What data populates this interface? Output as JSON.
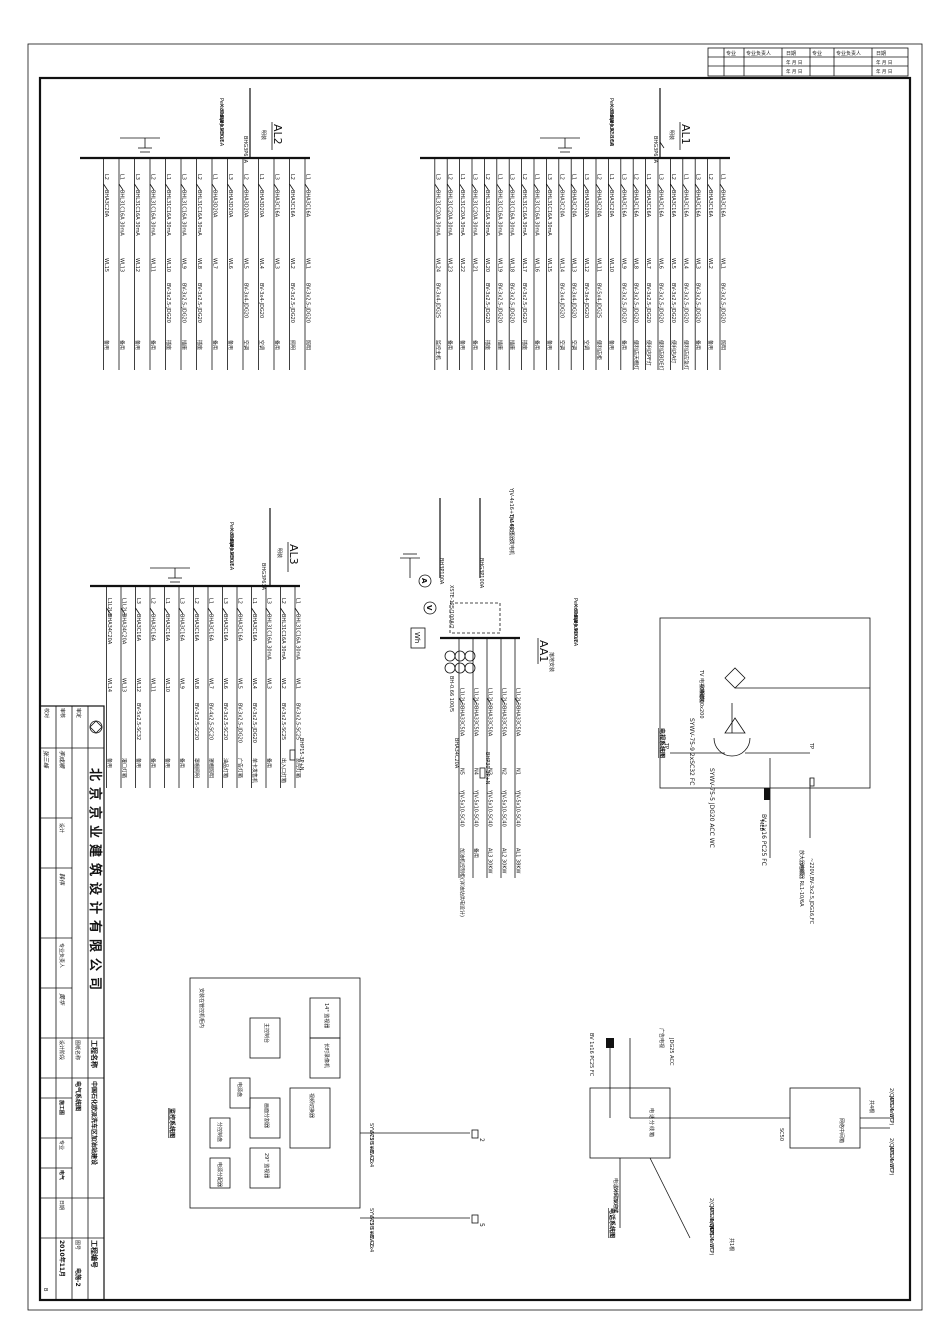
{
  "title_block": {
    "company": "北京京业建筑设计有限公司",
    "project_name_label": "工程名称",
    "project_number_label": "工程编号",
    "project": "中国石化欧派洗车区加油站建设",
    "drawing_title": "电气系统图",
    "drawing_no": "电施-2",
    "date": "2010年11月",
    "discipline": "电气",
    "sheet": "B",
    "roles": [
      "审定",
      "审核",
      "校对",
      "设计",
      "专业负责人",
      "图纸名称",
      "设计阶段",
      "施工图",
      "专业",
      "日期",
      "图号"
    ],
    "signatures": [
      "李成顺",
      "韩伟",
      "黄华",
      "张三峰"
    ]
  },
  "countersign": {
    "headers": [
      "专业",
      "专业负责人",
      "日期",
      "专业",
      "专业负责人",
      "日期"
    ],
    "date_cells": [
      "年 月 日",
      "年 月 日",
      "年 月 日",
      "年 月 日"
    ]
  },
  "panels": {
    "al1": {
      "name": "AL1",
      "note": "明装",
      "breaker": "BHG3P63A",
      "params": [
        "Pe=38KW",
        "Kx=0.6",
        "Cos=0.9",
        "Pjs=22.8KW",
        "Ijs=38.5A"
      ],
      "circuits": [
        {
          "phase": "L1",
          "breaker": "BHA3C16A",
          "id": "WL1",
          "cable": "BV-3x2.5-JDG20",
          "use": "照明"
        },
        {
          "phase": "L2",
          "breaker": "BHA3C16A",
          "id": "WL2",
          "cable": "",
          "use": "备用"
        },
        {
          "phase": "L3",
          "breaker": "BHA3C16A",
          "id": "WL3",
          "cable": "BV-3x2.5-JDG20",
          "use": "备用"
        },
        {
          "phase": "L1",
          "breaker": "BHA3C16A",
          "id": "WL4",
          "cable": "BV-3x2.5-JDG20",
          "use": "便利店应急灯"
        },
        {
          "phase": "L2",
          "breaker": "BHA3C16A",
          "id": "WL5",
          "cable": "BV-3x2.5-JDG20",
          "use": "便利店A灯"
        },
        {
          "phase": "L3",
          "breaker": "BHA3C16A",
          "id": "WL6",
          "cable": "BV-3x2.5-JDG20",
          "use": "便利店BDE灯"
        },
        {
          "phase": "L1",
          "breaker": "BHA3C16A",
          "id": "WL7",
          "cable": "BV-3x2.5-JDG20",
          "use": "便利店PF灯"
        },
        {
          "phase": "L2",
          "breaker": "BHA3C16A",
          "id": "WL8",
          "cable": "BV-3x2.5-JDG20",
          "use": "便利店天棚灯"
        },
        {
          "phase": "L3",
          "breaker": "BHA3C16A",
          "id": "WL9",
          "cable": "BV-3x2.5-JDG20",
          "use": "备用"
        },
        {
          "phase": "L1",
          "breaker": "BHA3C20A",
          "id": "WL10",
          "cable": "",
          "use": "备用"
        },
        {
          "phase": "L2",
          "breaker": "BHA3C20A",
          "id": "WL11",
          "cable": "BV-5x4-JDG25",
          "use": "便利店柜"
        },
        {
          "phase": "L3",
          "breaker": "BHA3D20A",
          "id": "WL12",
          "cable": "BV-3x4-JDG20",
          "use": "空调"
        },
        {
          "phase": "L1",
          "breaker": "BHA3C20A",
          "id": "WL13",
          "cable": "BV-3x4-JDG20",
          "use": "空调"
        },
        {
          "phase": "L2",
          "breaker": "BHA3C20A",
          "id": "WL14",
          "cable": "BV-3x4-JDG20",
          "use": "空调"
        },
        {
          "phase": "L3",
          "breaker": "BHL31C16A 30mA",
          "id": "WL15",
          "cable": "",
          "use": "备用"
        },
        {
          "phase": "L1",
          "breaker": "BHL31C16A 30mA",
          "id": "WL16",
          "cable": "",
          "use": "备用"
        },
        {
          "phase": "L2",
          "breaker": "BHL31C16A 30mA",
          "id": "WL17",
          "cable": "BV-3x2.5-JDG20",
          "use": "插座"
        },
        {
          "phase": "L3",
          "breaker": "BHL31C16A 30mA",
          "id": "WL18",
          "cable": "BV-3x2.5-JDG20",
          "use": "插座"
        },
        {
          "phase": "L1",
          "breaker": "BHL31C16A 30mA",
          "id": "WL19",
          "cable": "BV-3x2.5-JDG20",
          "use": "插座"
        },
        {
          "phase": "L2",
          "breaker": "BHL31C16A 30mA",
          "id": "WL20",
          "cable": "BV-3x2.5-JDG20",
          "use": "插座"
        },
        {
          "phase": "L3",
          "breaker": "BHL31C20A 30mA",
          "id": "WL21",
          "cable": "",
          "use": "备用"
        },
        {
          "phase": "L1",
          "breaker": "BHL31C20A 30mA",
          "id": "WL22",
          "cable": "",
          "use": "备用"
        },
        {
          "phase": "L2",
          "breaker": "BHL31C20A 30mA",
          "id": "WL23",
          "cable": "",
          "use": "备用"
        },
        {
          "phase": "L3",
          "breaker": "BHL31C20A 30mA",
          "id": "WL24",
          "cable": "BV-3x4-JDG25",
          "use": "监控主机"
        }
      ]
    },
    "al2": {
      "name": "AL2",
      "note": "明装",
      "breaker": "BHG3P63A",
      "params": [
        "Pe=30KW",
        "Kx=0.6",
        "Cos=0.9",
        "Pjs=18KW",
        "Ijs=30.5A"
      ],
      "circuits": [
        {
          "phase": "L1",
          "breaker": "BHA3C16A",
          "id": "WL1",
          "cable": "BV-3x2.5-JDG20",
          "use": "照明"
        },
        {
          "phase": "L2",
          "breaker": "BHA3C16A",
          "id": "WL2",
          "cable": "BV-3x2.5-JDG20",
          "use": "照明"
        },
        {
          "phase": "L3",
          "breaker": "BHA3C16A",
          "id": "WL3",
          "cable": "",
          "use": "备用"
        },
        {
          "phase": "L1",
          "breaker": "BHA3D20A",
          "id": "WL4",
          "cable": "BV-3x4-JDG20",
          "use": "空调"
        },
        {
          "phase": "L2",
          "breaker": "BHA3D20A",
          "id": "WL5",
          "cable": "BV-3x4-JDG20",
          "use": "空调"
        },
        {
          "phase": "L3",
          "breaker": "BHA3D20A",
          "id": "WL6",
          "cable": "",
          "use": "备用"
        },
        {
          "phase": "L1",
          "breaker": "BHA3D20A",
          "id": "WL7",
          "cable": "",
          "use": "备用"
        },
        {
          "phase": "L2",
          "breaker": "BHL31C16A 30mA",
          "id": "WL8",
          "cable": "BV-3x2.5-JDG20",
          "use": "插座"
        },
        {
          "phase": "L3",
          "breaker": "BHL31C16A 30mA",
          "id": "WL9",
          "cable": "BV-3x2.5-JDG20",
          "use": "插座"
        },
        {
          "phase": "L1",
          "breaker": "BHL31C16A 30mA",
          "id": "WL10",
          "cable": "BV-3x2.5-JDG20",
          "use": "插座"
        },
        {
          "phase": "L2",
          "breaker": "BHL31C16A 30mA",
          "id": "WL11",
          "cable": "",
          "use": "备用"
        },
        {
          "phase": "L3",
          "breaker": "BHL31C16A 30mA",
          "id": "WL12",
          "cable": "",
          "use": "备用"
        },
        {
          "phase": "L1",
          "breaker": "BHL31C16A 30mA",
          "id": "WL13",
          "cable": "",
          "use": "备用"
        },
        {
          "phase": "L2",
          "breaker": "BHA3C20A",
          "id": "WL15",
          "cable": "",
          "use": "备用"
        }
      ]
    },
    "al3": {
      "name": "AL3",
      "note": "明装",
      "breaker": "BHG3P63A",
      "params": [
        "Pe=30KW",
        "Kx=0.6",
        "Cos=0.9",
        "Pjs=18KW",
        "Ijs=30.5A"
      ],
      "circuits": [
        {
          "phase": "L1",
          "breaker": "BHL31C16A 30mA",
          "id": "WL1",
          "cable": "BV-3x2.5-SC25",
          "use": "总控灯箱"
        },
        {
          "phase": "L2",
          "breaker": "BHL31C16A 30mA",
          "id": "WL2",
          "cable": "BV-3x2.5-SC25",
          "use": "出入口灯箱"
        },
        {
          "phase": "L3",
          "breaker": "BHL31C16A 30mA",
          "id": "WL3",
          "cable": "",
          "use": "备用"
        },
        {
          "phase": "L1",
          "breaker": "BHA3C16A",
          "id": "WL4",
          "cable": "BV-3x2.5-JDG20",
          "use": "单卡发售机"
        },
        {
          "phase": "L2",
          "breaker": "BHA3C16A",
          "id": "WL5",
          "cable": "BV-3x2.5-JDG20",
          "use": "广告灯箱"
        },
        {
          "phase": "L3",
          "breaker": "BHA3C16A",
          "id": "WL6",
          "cable": "BV-3x2.5-SC20",
          "use": "油品灯箱"
        },
        {
          "phase": "L1",
          "breaker": "BHA3C16A",
          "id": "WL7",
          "cable": "BV-4x2.5-SC20",
          "use": "罩棚照明"
        },
        {
          "phase": "L2",
          "breaker": "BHA3C16A",
          "id": "WL8",
          "cable": "BV-3x2.5-SC20",
          "use": "罩棚照明"
        },
        {
          "phase": "L3",
          "breaker": "BHA3C16A",
          "id": "WL9",
          "cable": "",
          "use": "备用"
        },
        {
          "phase": "L1",
          "breaker": "BHA3C16A",
          "id": "WL10",
          "cable": "",
          "use": "备用"
        },
        {
          "phase": "L2",
          "breaker": "BHA3C16A",
          "id": "WL11",
          "cable": "",
          "use": "备用"
        },
        {
          "phase": "L3",
          "breaker": "BHA3C16A",
          "id": "WL12",
          "cable": "BV-5x2.5-SC32",
          "use": "备用"
        },
        {
          "phase": "L1L2L3",
          "breaker": "BHA34C20A",
          "id": "WL13",
          "cable": "",
          "use": "灌口灯箱"
        },
        {
          "phase": "L1L2L3",
          "breaker": "BHA34C20A",
          "id": "WL14",
          "cable": "",
          "use": "备用"
        }
      ],
      "spd": "BHP15-3P+N"
    },
    "aa1": {
      "name": "AA1",
      "note": "落地安装",
      "params": [
        "Pe=60KW",
        "Kx=0.6",
        "Cos=0.9",
        "Pjs=36KW",
        "Ijs=60.8A"
      ],
      "incoming": [
        "YJV-4x16+1x16",
        "YJV-4x35",
        "变压器",
        "发电机"
      ],
      "switch": "XSTE-125/100A/2",
      "meter_label": "Wh",
      "ct": "BH-0.66 100/5",
      "breakers": [
        "BHG3P100A",
        "BH3P100A"
      ],
      "circuits": [
        {
          "phase": "L1L2L3",
          "breaker": "BHA33C50A",
          "id": "N1",
          "cable": "YJV-5x10-SC40",
          "use": "AL1 38KW"
        },
        {
          "phase": "L1L2L3",
          "breaker": "BHA33C50A",
          "id": "N2",
          "cable": "YJV-5x10-SC40",
          "use": "AL2 30KW"
        },
        {
          "phase": "L1L2L3",
          "breaker": "BHA33C50A",
          "id": "N3",
          "cable": "YJV-5x10-SC40",
          "use": "AL3 30KW"
        },
        {
          "phase": "L1L2L3",
          "breaker": "BHA33C50A",
          "id": "N4",
          "cable": "YJV-5x10-SC40",
          "use": "备用"
        },
        {
          "phase": "L1L2L3",
          "breaker": "BHA33C50A",
          "id": "N5",
          "cable": "YJV-5x10-SC40",
          "use": "加油机控制柜(详油站供电设计)"
        }
      ],
      "spd_breaker": "BHA34C20A",
      "spd": "BHP30-3P+N"
    }
  },
  "tv_system": {
    "caption": "电视系统图",
    "box_label": "TV",
    "box_lines": [
      "电视前端箱",
      "400x500x200",
      "明装"
    ],
    "cable_in": "SYWV-75-9 2xSC32 FC",
    "cable_out": "SYWV-75-5 JDG20 ACC WC",
    "power": "~220V,BV-3x2.5,JDG16,FC",
    "fuse_note": "熔断器 RL1-10/6A",
    "power_note": "放大器电源",
    "meb": "MEB",
    "ground": "BV 1x16 PC25 FC",
    "tp": [
      "TP",
      "TP"
    ]
  },
  "phone_system": {
    "caption": "电话系统图",
    "box": "网络中间箱",
    "cables": [
      "2(CAT5 4xUTP)",
      "JDG25 WC",
      "2(CAT5 4xUTP)",
      "JDG25 WC",
      "2(CAT5 4xUTP)",
      "JDG25 WC",
      "2(CAT5 4xUTP)",
      "JDG25 WC"
    ],
    "conduit": "SC50",
    "sub_box_lines": [
      "电",
      "话",
      "分",
      "线",
      "箱"
    ],
    "notes": [
      "共4根",
      "共1根",
      "电话外网接进线",
      "2xSC50 FC"
    ],
    "broadcast": "广告电视",
    "broadcast_cable": "JDG25 ACC",
    "ground": "BV 1x16 PC25 FC"
  },
  "cctv_system": {
    "caption": "监控系统图",
    "enclosure_label": "安装在管控机柜内",
    "devices": [
      "主控制台",
      "14\" 监视器",
      "长时录像机",
      "视频切换器",
      "画面分割器",
      "29\" 监视器",
      "电源盘",
      "分控制盘",
      "电源分配器"
    ],
    "cable": "SYV-75-5+BV-2x4",
    "conduit": "SC25 WC CC",
    "camera_ids": [
      "2",
      "5"
    ]
  }
}
